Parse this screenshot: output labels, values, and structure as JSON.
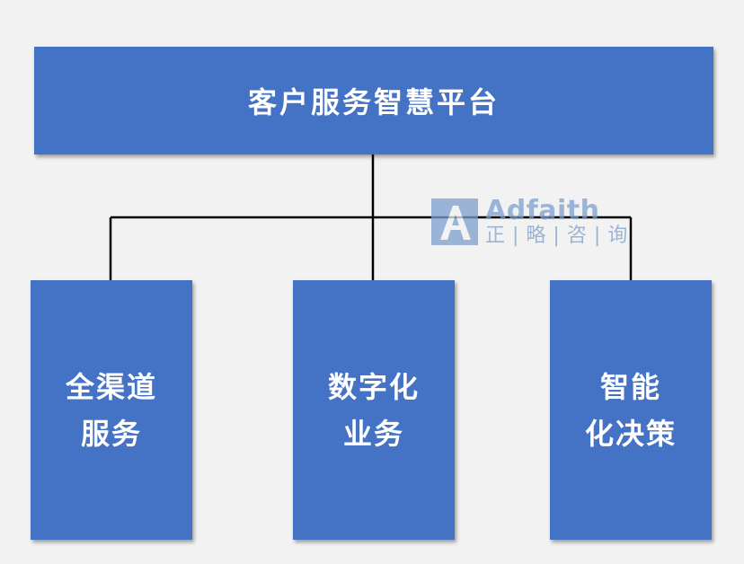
{
  "diagram": {
    "root": {
      "label": "客户服务智慧平台"
    },
    "children": [
      {
        "lines": [
          "全渠道",
          "服务"
        ]
      },
      {
        "lines": [
          "数字化",
          "业务"
        ]
      },
      {
        "lines": [
          "智能",
          "化决策"
        ]
      }
    ]
  },
  "watermark": {
    "en": "Adfaith",
    "cn": "正|略|咨|询"
  },
  "colors": {
    "box": "#4472c4",
    "text": "#ffffff",
    "connector": "#000000",
    "background": "#f2f2f2"
  }
}
